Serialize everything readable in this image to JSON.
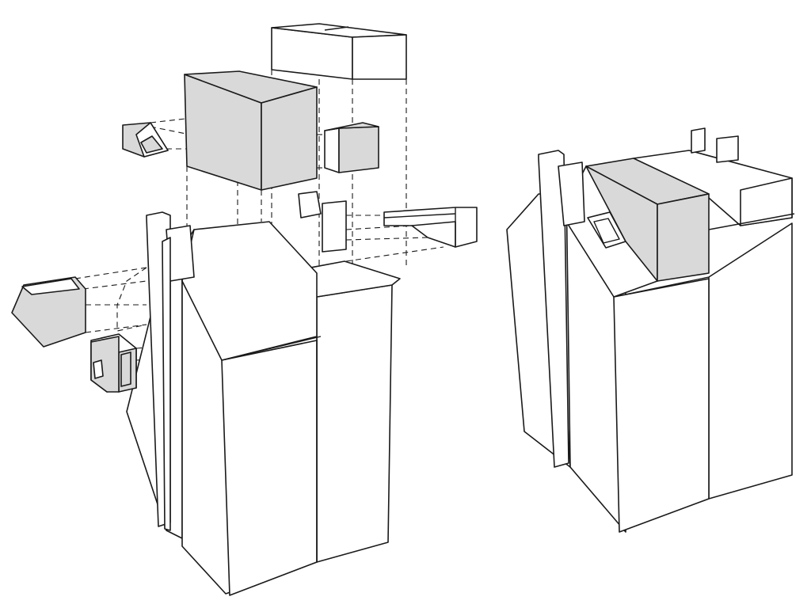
{
  "diagram": {
    "colors": {
      "background": "#ffffff",
      "stroke": "#1a1a1a",
      "highlight_fill": "#d9d9d9",
      "plain_fill": "#ffffff"
    },
    "views": [
      {
        "id": "exploded-view",
        "parts": [
          "main-house-block",
          "gable-wall",
          "chimney-stack-left",
          "rear-tower-volume",
          "grey-roof-volume",
          "left-gable-extension",
          "side-porch-box",
          "small-dormer-left",
          "rear-right-box",
          "rear-annex-extension",
          "small-chimney-blocks"
        ]
      },
      {
        "id": "assembled-view",
        "parts": [
          "main-house-block",
          "gable-wall",
          "chimney-stack",
          "grey-roof-volume",
          "rear-roof-extension",
          "roof-chimneys",
          "roof-window"
        ]
      }
    ]
  }
}
